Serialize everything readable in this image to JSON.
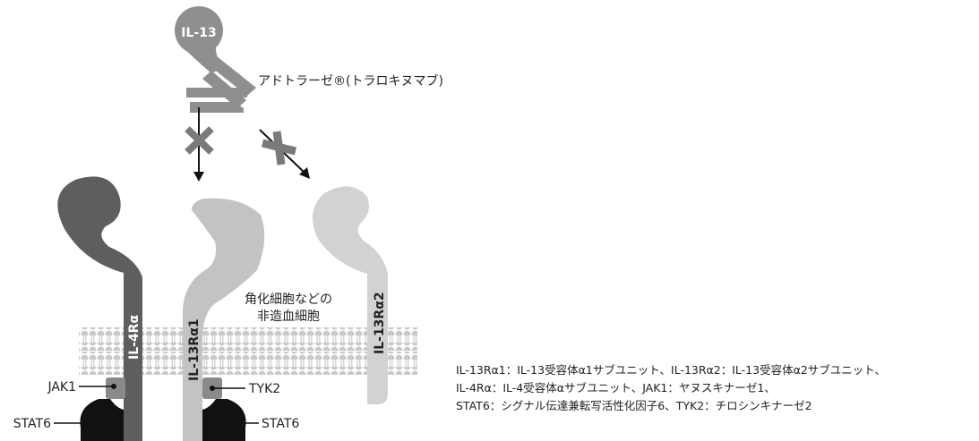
{
  "diagram": {
    "ligand": "IL-13",
    "drug": "アドトラーゼ®(トラロキヌマブ)",
    "cell_note_line1": "角化細胞などの",
    "cell_note_line2": "非造血細胞",
    "receptors": {
      "il4ra": "IL-4Rα",
      "il13ra1": "IL-13Rα1",
      "il13ra2": "IL-13Rα2"
    },
    "kinases": {
      "jak1": "JAK1",
      "tyk2": "TYK2",
      "stat6_left": "STAT6",
      "stat6_right": "STAT6"
    },
    "colors": {
      "il4ra": "#5e5e5e",
      "il13ra1": "#c3c3c3",
      "il13ra2": "#d2d2d2",
      "ligand": "#8f8f8f",
      "antibody": "#8f8f8f",
      "membrane_bead": "#c9c9c9",
      "block_mark": "#7a7a7a",
      "stat6": "#111111",
      "kinase": "#8a8a8a"
    }
  },
  "legend": {
    "line1": "IL-13Rα1：IL-13受容体α1サブユニット、IL-13Rα2：IL-13受容体α2サブユニット、",
    "line2": "IL-4Rα：IL-4受容体αサブユニット、JAK1：ヤヌスキナーゼ1、",
    "line3": "STAT6：シグナル伝達兼転写活性化因子6、TYK2：チロシンキナーゼ2"
  }
}
